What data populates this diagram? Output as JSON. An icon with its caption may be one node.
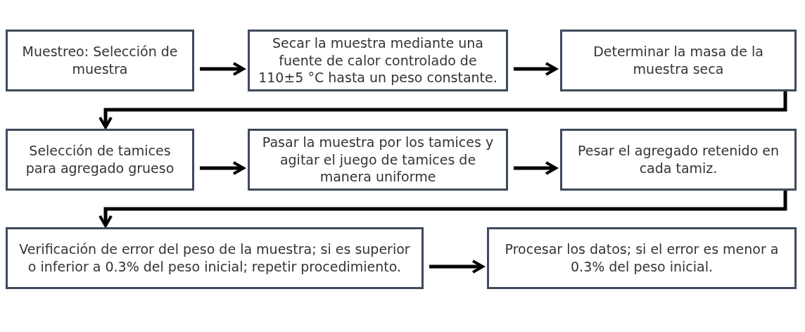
{
  "diagram": {
    "nodes": [
      {
        "text": [
          "Muestreo: Selección de muestra"
        ]
      },
      {
        "text": [
          "Secar la muestra mediante una fuente de calor controlado de 110±5 °C hasta un peso constante."
        ]
      },
      {
        "text": [
          "Determinar la masa de la muestra seca"
        ]
      },
      {
        "text": [
          "Selección de tamices para agregado grueso"
        ]
      },
      {
        "text": [
          "Pasar la muestra por los tamices y agitar el juego de tamices de manera uniforme"
        ]
      },
      {
        "text": [
          "Pesar el agregado retenido en cada tamiz."
        ]
      },
      {
        "text": [
          "Verificación de error del peso de la muestra; si es superior o inferior a 0.3% del peso inicial; repetir procedimiento."
        ]
      },
      {
        "text": [
          "Procesar los datos; si el error es menor a 0.3% del peso inicial."
        ]
      }
    ],
    "edges": [
      {
        "from": 0,
        "to": 1,
        "arrow": "to"
      },
      {
        "from": 1,
        "to": 2,
        "arrow": "to"
      },
      {
        "from": 2,
        "to": 3,
        "arrow": "to"
      },
      {
        "from": 3,
        "to": 4,
        "arrow": "to"
      },
      {
        "from": 4,
        "to": 5,
        "arrow": "to"
      },
      {
        "from": 5,
        "to": 6,
        "arrow": "to"
      },
      {
        "from": 6,
        "to": 7,
        "arrow": "to"
      }
    ]
  }
}
